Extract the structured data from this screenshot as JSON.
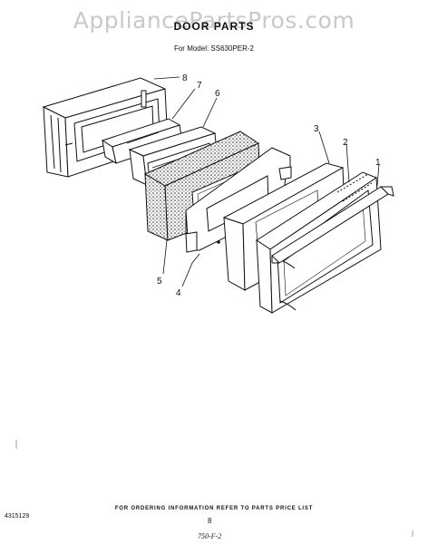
{
  "watermark": "AppliancePartsPros.com",
  "title": "DOOR PARTS",
  "subtitle": "For Model: SS630PER-2",
  "callouts": [
    "1",
    "2",
    "3",
    "4",
    "5",
    "6",
    "7",
    "8"
  ],
  "footer": {
    "ordering_note": "FOR ORDERING INFORMATION REFER TO PARTS PRICE LIST",
    "part_code": "4315129",
    "page_number": "8",
    "drawing_code": "750-F-2"
  }
}
